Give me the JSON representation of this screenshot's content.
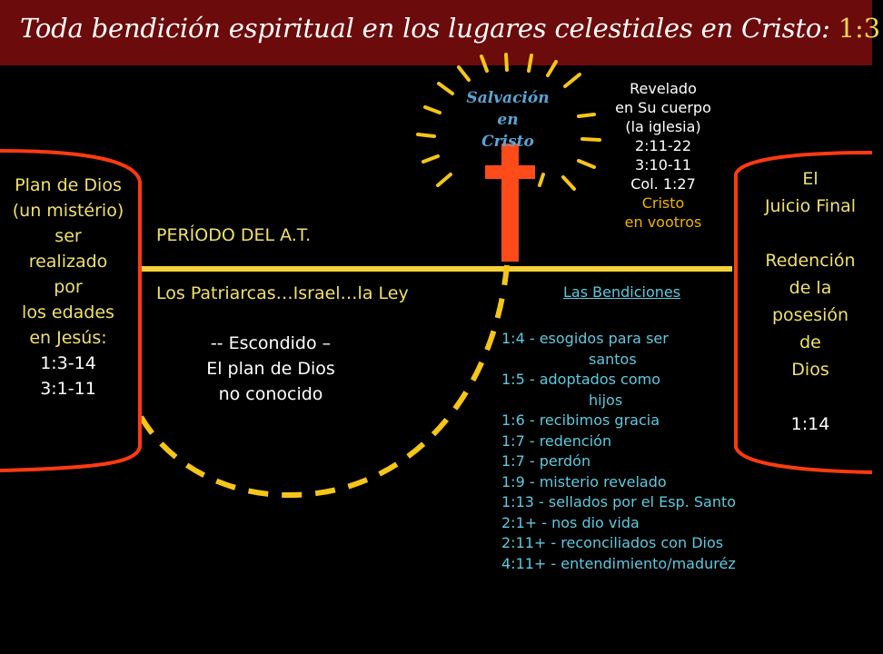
{
  "title": {
    "text": "Toda bendición espiritual en los lugares celestiales en Cristo:",
    "ref": "1:3"
  },
  "salvacion": [
    "Salvación",
    "en",
    "Cristo"
  ],
  "revelado": {
    "white": [
      "Revelado",
      "en Su cuerpo",
      "(la iglesia)",
      "2:11-22",
      "3:10-11",
      "Col. 1:27"
    ],
    "yellow": [
      "Cristo",
      "en vootros"
    ]
  },
  "plan": {
    "lines": [
      "Plan de Dios",
      "(un mistério)",
      "ser",
      "realizado",
      "por",
      "los edades",
      "en Jesús:",
      "1:3-14",
      "3:1-11"
    ]
  },
  "juicio": {
    "lines": [
      "El",
      "Juicio Final",
      "",
      "Redención",
      "de la",
      "posesión",
      "de",
      "Dios",
      "",
      "1:14"
    ]
  },
  "periodo": "PERÍODO DEL A.T.",
  "patriarcas": "Los Patriarcas…Israel…la Ley",
  "escondido": [
    "-- Escondido –",
    "El plan de Dios",
    "no conocido"
  ],
  "bendiciones": {
    "heading": "Las Bendiciones",
    "items": [
      "1:4    - esogidos para ser",
      "santos",
      "1:5    - adoptados como",
      "hijos",
      "1:6    - recibimos gracia",
      "1:7    - redención",
      "1:7    - perdón",
      "1:9    - misterio revelado",
      "1:13  - sellados por el Esp. Santo",
      "2:1+  - nos dio vida",
      "2:11+ - reconciliados con Dios",
      "4:11+ - entendimiento/maduréz"
    ]
  },
  "colors": {
    "title_bar": "#6b0b0b",
    "cross": "#ff4a1a",
    "timeline": "#f5d13a",
    "dashes": "#f5c518",
    "rays": "#f5c518",
    "blessings": "#5fc9de",
    "salvacion": "#5aa5d6"
  }
}
